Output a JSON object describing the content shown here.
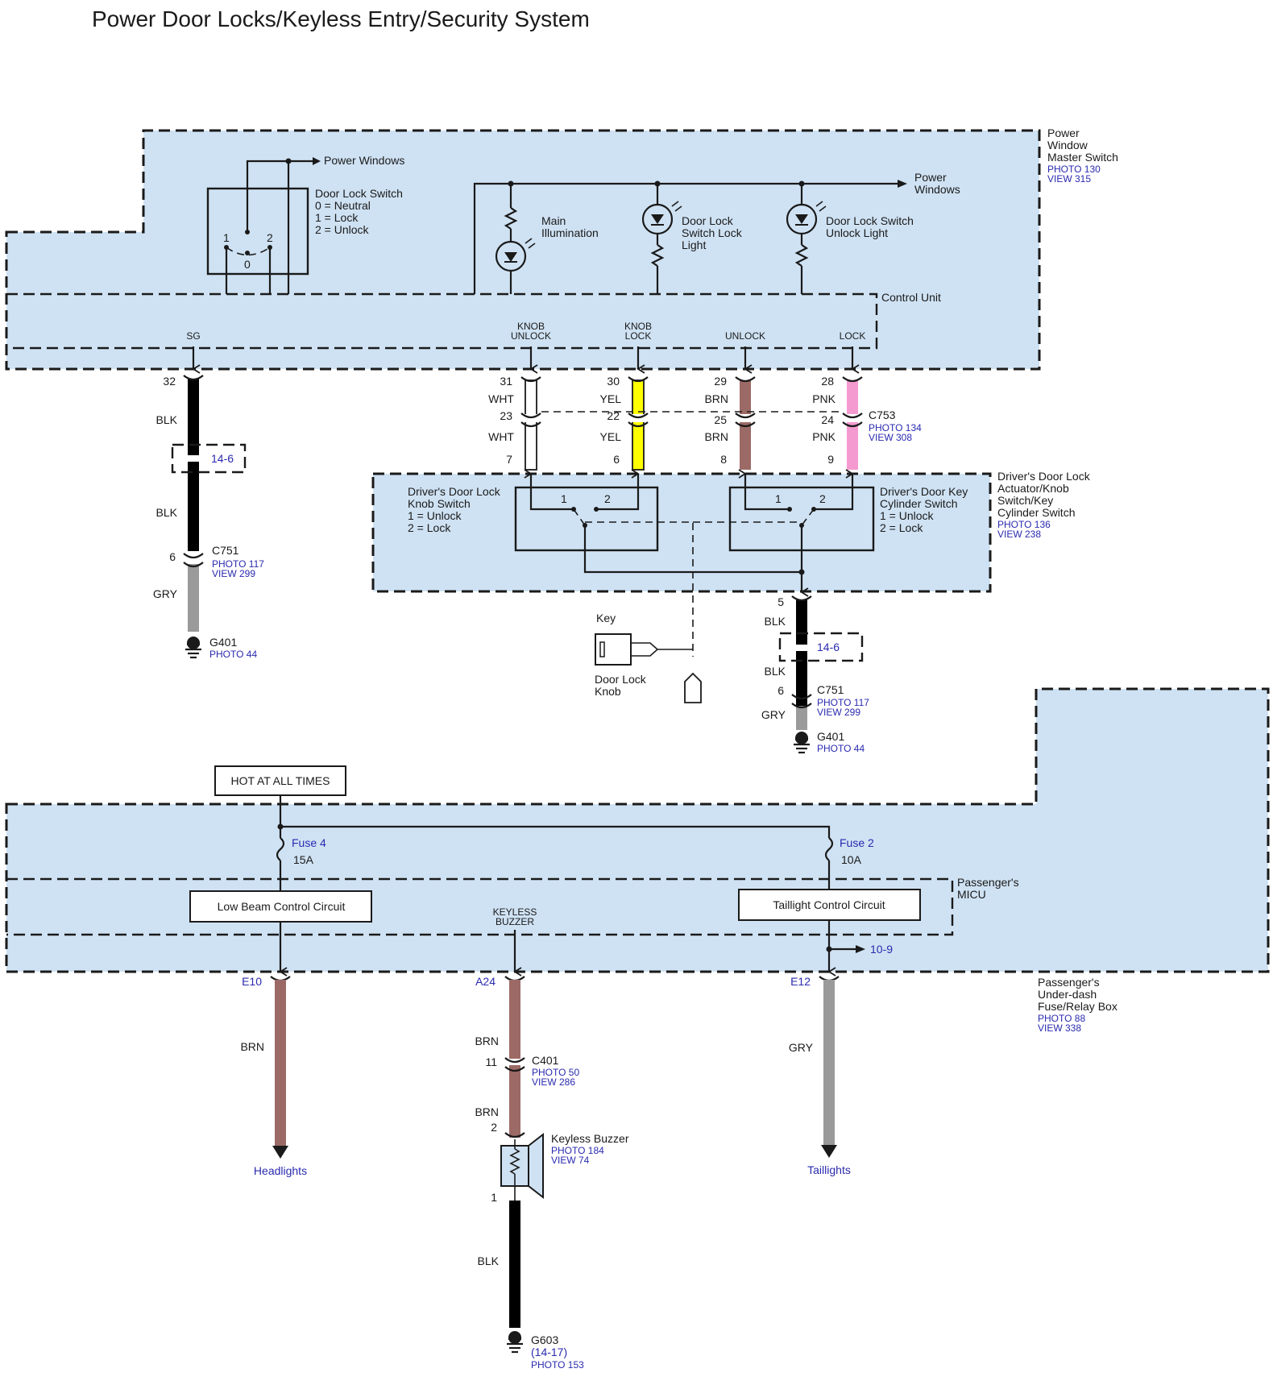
{
  "title": "Power Door Locks/Keyless Entry/Security System",
  "colors": {
    "module_fill": "#cfe2f3",
    "wire_BLK": "#000000",
    "wire_GRY": "#9a9a9a",
    "wire_BRN": "#9c6a66",
    "wire_YEL": "#ffff00",
    "wire_PNK": "#f59ad0",
    "wire_WHT": "#ffffff",
    "reference_text": "#2a2ab0"
  },
  "power_window_master_switch": {
    "name_lines": [
      "Power",
      "Window",
      "Master Switch"
    ],
    "photo": "PHOTO 130",
    "view": "VIEW 315",
    "power_windows_left": "Power Windows",
    "power_windows_right_lines": [
      "Power",
      "Windows"
    ],
    "door_lock_switch_lines": [
      "Door Lock Switch",
      "0 = Neutral",
      "1 = Lock",
      "2 = Unlock"
    ],
    "switch_pos_1": "1",
    "switch_pos_2": "2",
    "switch_pos_0": "0",
    "main_illumination_lines": [
      "Main",
      "Illumination"
    ],
    "lock_light_lines": [
      "Door Lock",
      "Switch Lock",
      "Light"
    ],
    "unlock_light_lines": [
      "Door Lock Switch",
      "Unlock Light"
    ],
    "control_unit": "Control Unit",
    "terminals": {
      "sg": "SG",
      "knob_unlock_lines": [
        "KNOB",
        "UNLOCK"
      ],
      "knob_lock_lines": [
        "KNOB",
        "LOCK"
      ],
      "unlock": "UNLOCK",
      "lock": "LOCK"
    }
  },
  "sg_circuit": {
    "pin_top": "32",
    "color_top": "BLK",
    "ref": "14-6",
    "color_mid": "BLK",
    "pin_c751": "6",
    "c751": "C751",
    "c751_photo": "PHOTO 117",
    "c751_view": "VIEW 299",
    "color_bottom": "GRY",
    "ground": "G401",
    "ground_photo": "PHOTO 44"
  },
  "c753": {
    "name": "C753",
    "photo": "PHOTO 134",
    "view": "VIEW 308",
    "wires": [
      {
        "pin_top": "31",
        "color_top": "WHT",
        "pin_mid": "23",
        "color_mid": "WHT",
        "pin_bottom": "7"
      },
      {
        "pin_top": "30",
        "color_top": "YEL",
        "pin_mid": "22",
        "color_mid": "YEL",
        "pin_bottom": "6"
      },
      {
        "pin_top": "29",
        "color_top": "BRN",
        "pin_mid": "25",
        "color_mid": "BRN",
        "pin_bottom": "8"
      },
      {
        "pin_top": "28",
        "color_top": "PNK",
        "pin_mid": "24",
        "color_mid": "PNK",
        "pin_bottom": "9"
      }
    ]
  },
  "drivers_door": {
    "name_lines": [
      "Driver's Door Lock",
      "Actuator/Knob",
      "Switch/Key",
      "Cylinder Switch"
    ],
    "photo": "PHOTO 136",
    "view": "VIEW 238",
    "knob_switch_lines": [
      "Driver's Door Lock",
      "Knob Switch",
      "1 = Unlock",
      "2 = Lock"
    ],
    "key_switch_lines": [
      "Driver's Door Key",
      "Cylinder Switch",
      "1 = Unlock",
      "2 = Lock"
    ],
    "pos_1": "1",
    "pos_2": "2",
    "key": "Key",
    "door_lock_knob_lines": [
      "Door Lock",
      "Knob"
    ],
    "ground_circuit": {
      "pin_top": "5",
      "color_top": "BLK",
      "ref": "14-6",
      "color_mid": "BLK",
      "pin_c751": "6",
      "c751": "C751",
      "c751_photo": "PHOTO 117",
      "c751_view": "VIEW 299",
      "color_bottom": "GRY",
      "ground": "G401",
      "ground_photo": "PHOTO 44"
    }
  },
  "fuse_box": {
    "hot_label": "HOT AT ALL TIMES",
    "fuse4": "Fuse 4",
    "fuse4_rating": "15A",
    "fuse2": "Fuse 2",
    "fuse2_rating": "10A",
    "micu_lines": [
      "Passenger's",
      "MICU"
    ],
    "low_beam": "Low Beam Control Circuit",
    "taillight": "Taillight Control Circuit",
    "keyless_buzzer_lines": [
      "KEYLESS",
      "BUZZER"
    ],
    "ref_10_9": "10-9",
    "name_lines": [
      "Passenger's",
      "Under-dash",
      "Fuse/Relay Box"
    ],
    "photo": "PHOTO 88",
    "view": "VIEW 338"
  },
  "outputs": {
    "e10": "E10",
    "e10_color": "BRN",
    "headlights": "Headlights",
    "a24": "A24",
    "a24_color": "BRN",
    "c401_pin": "11",
    "c401": "C401",
    "c401_photo": "PHOTO 50",
    "c401_view": "VIEW 286",
    "buzzer_color": "BRN",
    "buzzer_pin_top": "2",
    "buzzer": "Keyless Buzzer",
    "buzzer_photo": "PHOTO 184",
    "buzzer_view": "VIEW 74",
    "buzzer_pin_bottom": "1",
    "buzzer_ground_color": "BLK",
    "g603": "G603",
    "g603_ref": "(14-17)",
    "g603_photo": "PHOTO 153",
    "e12": "E12",
    "e12_color": "GRY",
    "taillights": "Taillights"
  }
}
